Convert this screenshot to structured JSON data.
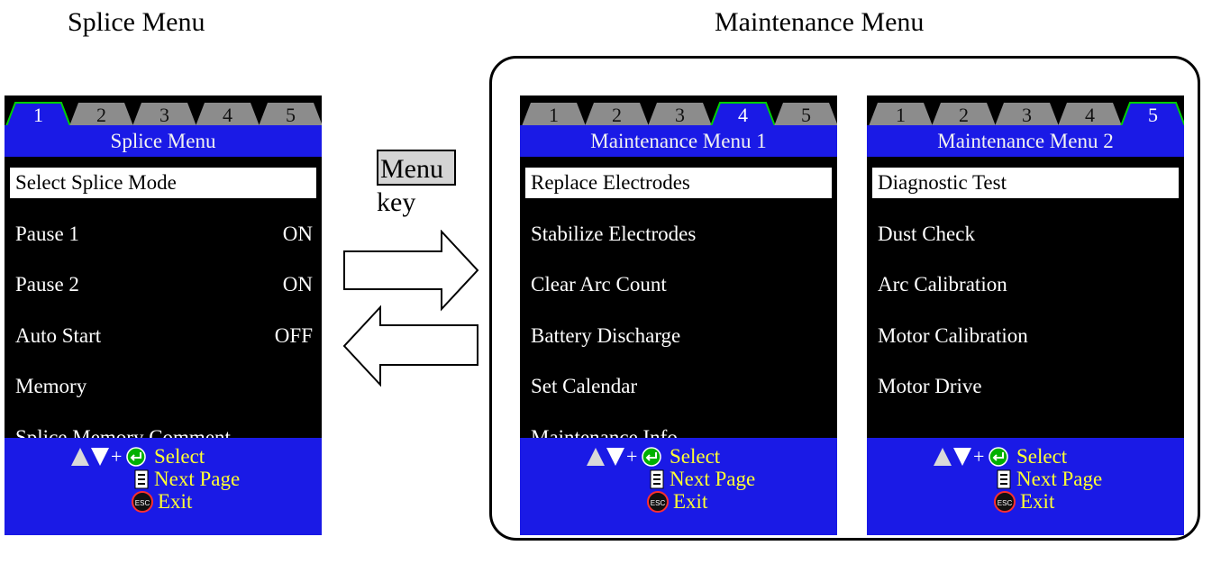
{
  "captions": {
    "left": "Splice Menu",
    "right": "Maintenance Menu"
  },
  "menu_key": {
    "button": "Menu",
    "key": "key"
  },
  "colors": {
    "screen_bg": "#000000",
    "title_bar": "#1a1ae6",
    "footer_bg": "#1a1ae6",
    "footer_text": "#ffff33",
    "tab_inactive": "#8c8c8c",
    "tab_outline": "#00d000"
  },
  "screens": {
    "splice": {
      "tabs": [
        "1",
        "2",
        "3",
        "4",
        "5"
      ],
      "active_tab": 1,
      "title": "Splice Menu",
      "items": [
        {
          "label": "Select Splice Mode",
          "value": ""
        },
        {
          "label": "Pause 1",
          "value": "ON"
        },
        {
          "label": "Pause 2",
          "value": "ON"
        },
        {
          "label": "Auto Start",
          "value": "OFF"
        },
        {
          "label": "Memory",
          "value": ""
        },
        {
          "label": "Splice Memory Comment",
          "value": ""
        }
      ],
      "selected_index": 0
    },
    "maintenance1": {
      "tabs": [
        "1",
        "2",
        "3",
        "4",
        "5"
      ],
      "active_tab": 4,
      "title": "Maintenance Menu 1",
      "items": [
        {
          "label": "Replace Electrodes"
        },
        {
          "label": "Stabilize Electrodes"
        },
        {
          "label": "Clear Arc Count"
        },
        {
          "label": "Battery Discharge"
        },
        {
          "label": "Set Calendar"
        },
        {
          "label": "Maintenance Info."
        }
      ],
      "selected_index": 0
    },
    "maintenance2": {
      "tabs": [
        "1",
        "2",
        "3",
        "4",
        "5"
      ],
      "active_tab": 5,
      "title": "Maintenance Menu 2",
      "items": [
        {
          "label": "Diagnostic Test"
        },
        {
          "label": "Dust Check"
        },
        {
          "label": "Arc Calibration"
        },
        {
          "label": "Motor Calibration"
        },
        {
          "label": "Motor Drive"
        }
      ],
      "selected_index": 0
    }
  },
  "footer": {
    "select_label": "Select",
    "next_page_label": "Next Page",
    "exit_label": "Exit",
    "esc_glyph": "ESC",
    "select_icons": [
      "up-triangle-icon",
      "down-triangle-icon",
      "enter-icon"
    ],
    "next_page_icon": "page-icon",
    "exit_icon": "esc-icon"
  }
}
